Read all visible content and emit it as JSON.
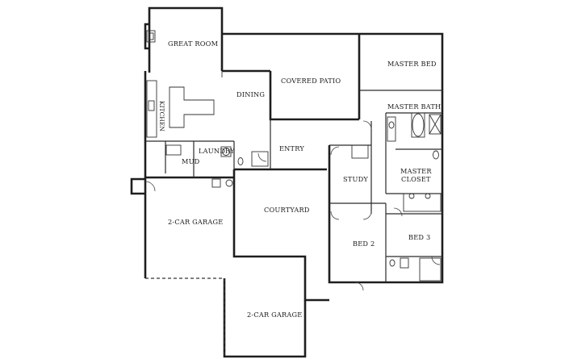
{
  "rooms": {
    "great_room": "GREAT ROOM",
    "dining": "DINING",
    "covered_patio": "COVERED PATIO",
    "master_bed": "MASTER BED",
    "master_bath": "MASTER BATH",
    "kitchen": "KITCHEN",
    "laundry": "LAUNDRY",
    "mud": "MUD",
    "entry": "ENTRY",
    "study": "STUDY",
    "master_closet_1": "MASTER",
    "master_closet_2": "CLOSET",
    "courtyard": "COURTYARD",
    "garage_1": "2-CAR GARAGE",
    "garage_2": "2-CAR GARAGE",
    "bed_2": "BED 2",
    "bed_3": "BED 3"
  }
}
